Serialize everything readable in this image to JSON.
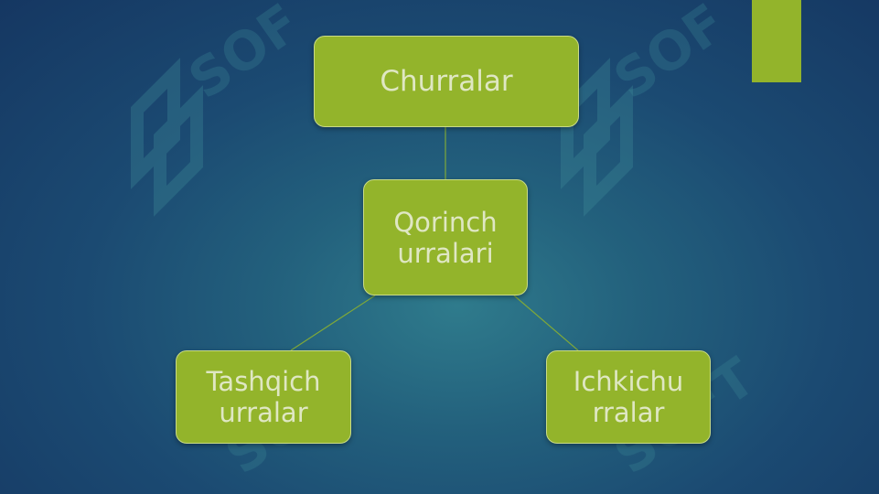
{
  "slide": {
    "accent_color": "#93b42b",
    "background_colors": [
      "#2f7b8c",
      "#153762"
    ],
    "watermark_icon": "soft-logo-watermark"
  },
  "diagram": {
    "root": {
      "lines": [
        "Churralar"
      ]
    },
    "middle": {
      "lines": [
        "Qorinch",
        "urralari"
      ]
    },
    "left": {
      "lines": [
        "Tashqich",
        "urralar"
      ]
    },
    "right": {
      "lines": [
        "Ichkichu",
        "rralar"
      ]
    },
    "edges": [
      [
        "root",
        "middle"
      ],
      [
        "middle",
        "left"
      ],
      [
        "middle",
        "right"
      ]
    ]
  }
}
